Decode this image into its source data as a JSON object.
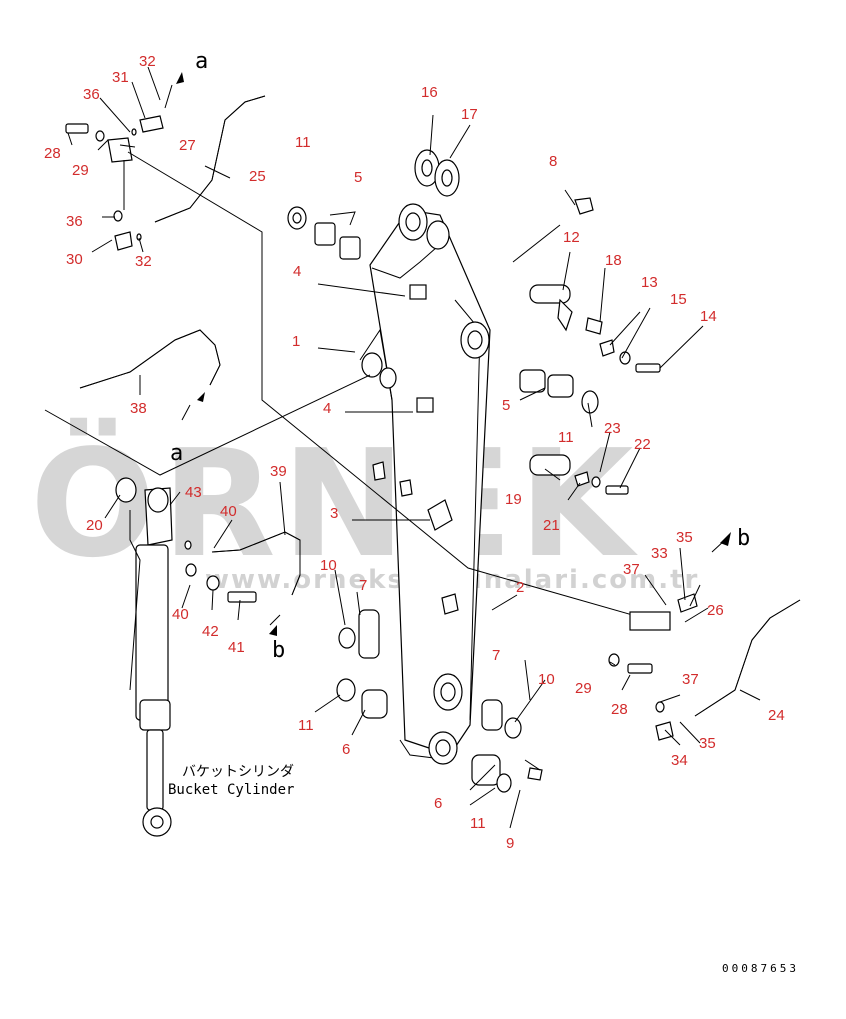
{
  "watermark": {
    "brand": "ÖRNEK",
    "url": "www.orneksmakinalari.com.tr"
  },
  "caption": {
    "japanese": "バケットシリンダ",
    "english": "Bucket Cylinder"
  },
  "refs": {
    "a": "a",
    "b": "b"
  },
  "drawing_code": "00087653",
  "callouts": [
    "1",
    "2",
    "3",
    "4",
    "4",
    "5",
    "5",
    "6",
    "6",
    "7",
    "7",
    "8",
    "9",
    "10",
    "10",
    "11",
    "11",
    "11",
    "11",
    "11",
    "12",
    "13",
    "14",
    "15",
    "16",
    "17",
    "18",
    "19",
    "20",
    "21",
    "22",
    "23",
    "24",
    "25",
    "26",
    "27",
    "28",
    "28",
    "29",
    "29",
    "30",
    "31",
    "32",
    "32",
    "33",
    "34",
    "35",
    "35",
    "36",
    "36",
    "37",
    "37",
    "38",
    "39",
    "40",
    "40",
    "41",
    "42",
    "43"
  ],
  "colors": {
    "callout": "#d22c2c",
    "watermark": "#d6d6d6",
    "line": "#000000"
  }
}
